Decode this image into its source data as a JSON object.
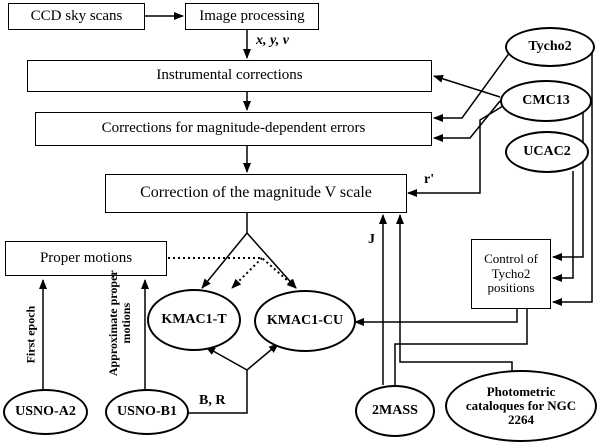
{
  "boxes": {
    "ccd_sky_scans": "CCD sky scans",
    "image_processing": "Image processing",
    "instrumental_corrections": "Instrumental corrections",
    "magnitude_errors": "Corrections for magnitude-dependent errors",
    "magnitude_v_scale": "Correction of the magnitude V scale",
    "proper_motions": "Proper motions",
    "control_tycho2": "Control of Tycho2 positions"
  },
  "ellipses": {
    "tycho2": "Tycho2",
    "cmc13": "CMC13",
    "ucac2": "UCAC2",
    "kmac1_t": "KMAC1-T",
    "kmac1_cu": "KMAC1-CU",
    "usno_a2": "USNO-A2",
    "usno_b1": "USNO-B1",
    "twomass": "2MASS",
    "photometric": "Photometric cataloques for NGC 2264"
  },
  "labels": {
    "xyv": "x, y, v",
    "r_prime": "r'",
    "j": "J",
    "b_r": "B, R",
    "first_epoch": "First epoch",
    "approx_pm": "Approximate proper motions"
  }
}
